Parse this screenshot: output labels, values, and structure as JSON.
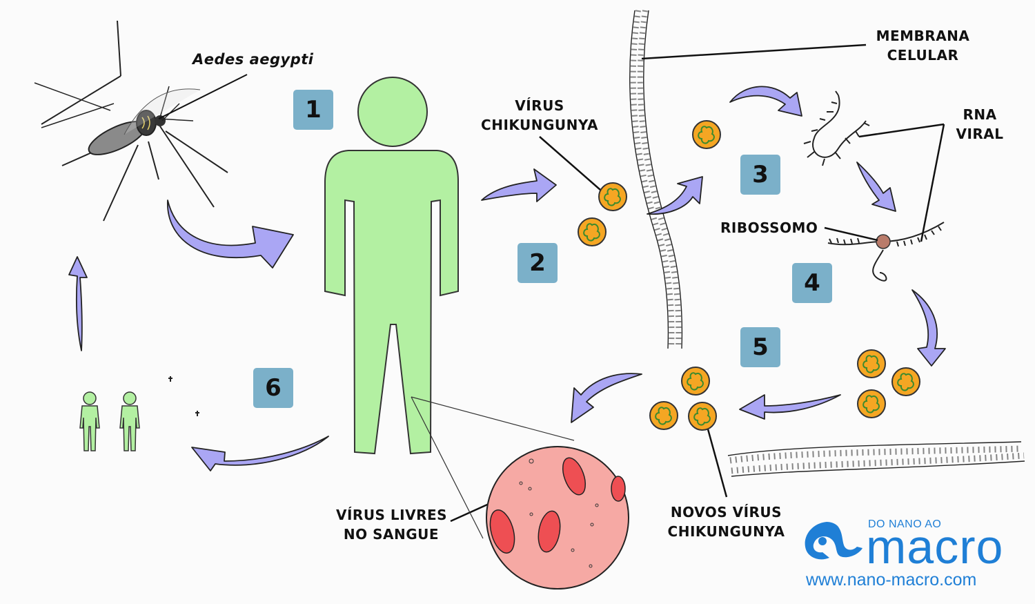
{
  "labels": {
    "species": "Aedes aegypti",
    "virus_line1": "VÍRUS",
    "virus_line2": "CHIKUNGUNYA",
    "membrane_line1": "MEMBRANA",
    "membrane_line2": "CELULAR",
    "rna_line1": "RNA",
    "rna_line2": "VIRAL",
    "ribosome": "RIBOSSOMO",
    "free_line1": "VÍRUS LIVRES",
    "free_line2": "NO SANGUE",
    "new_line1": "NOVOS VÍRUS",
    "new_line2": "CHIKUNGUNYA"
  },
  "steps": [
    "1",
    "2",
    "3",
    "4",
    "5",
    "6"
  ],
  "logo": {
    "top": "DO NANO AO",
    "main": "macro",
    "url": "www.nano-macro.com"
  },
  "colors": {
    "human": "#b3f0a2",
    "arrow": "#aaa6f4",
    "virus": "#f5a623",
    "step_box": "#7bb0c9",
    "blood": "#f6a9a4",
    "red_cell": "#ee4f53",
    "logo": "#1f7fd6"
  }
}
